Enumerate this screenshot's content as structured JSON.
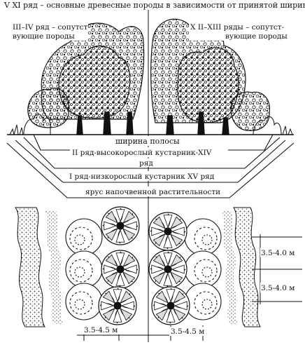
{
  "elevation": {
    "top_label": "V XI ряд – основные древесные породы в зависимости от принятой ширины",
    "left_label_line1": "III–IV ряд – сопутст-",
    "left_label_line2": "вующие породы",
    "right_label_line1": "X II–XIII ряды – сопутст-",
    "right_label_line2": "вующие породы",
    "width_label": "ширина полосы",
    "tall_shrub_line1": "II ряд-высокорослый кустарник-XIV",
    "tall_shrub_line2": "ряд",
    "low_shrub": "I ряд-низкорослый кустарник XV ряд",
    "ground_cover": "ярус напочвенной растительности"
  },
  "plan": {
    "row_spacing_1": "3.5-4.0 м",
    "row_spacing_2": "3.5-4.0 м",
    "dim_left": "3.5-4.5 м",
    "dim_right": "3.5-4.5 м"
  }
}
